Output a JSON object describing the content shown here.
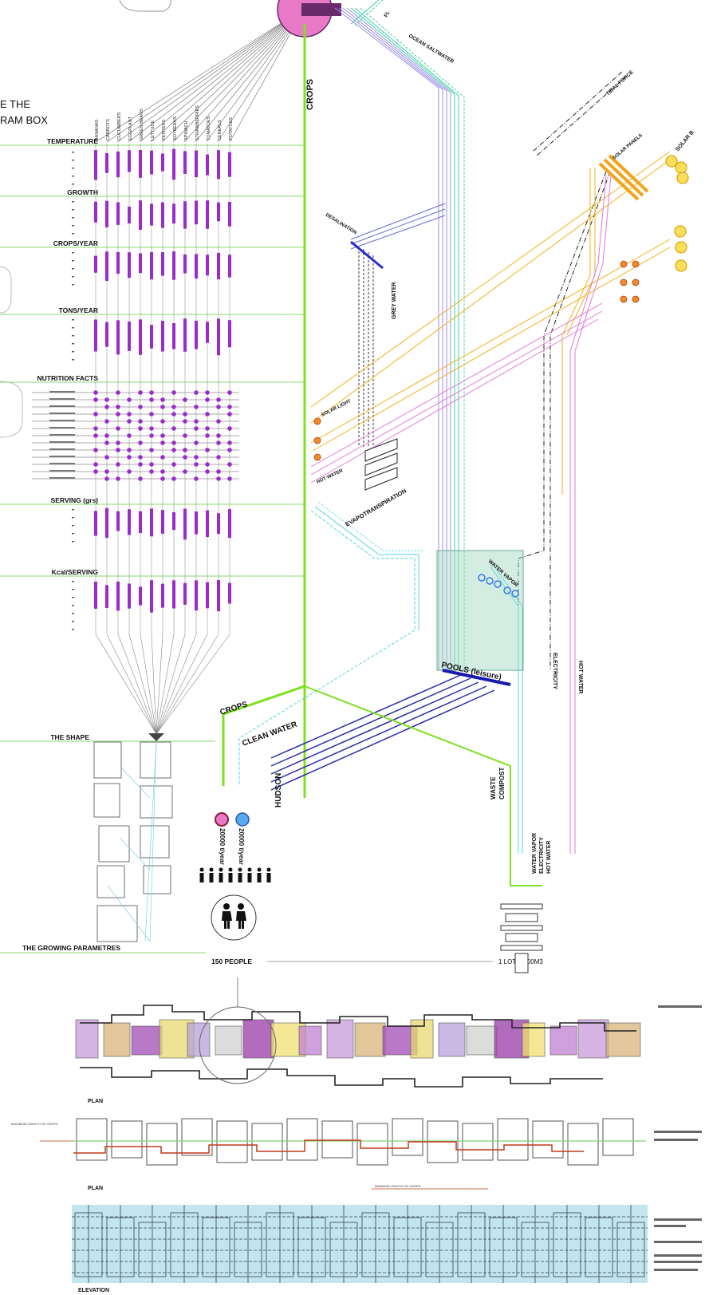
{
  "header": {
    "title_line1": "E THE",
    "title_line2": "RAM BOX"
  },
  "crops": [
    "BANANAS",
    "CARROTS",
    "CUCUMBERS",
    "EGGPLANT",
    "GREEN BEANS",
    "LETTUCE",
    "PEPPERS",
    "SOYBEANS",
    "SPINACH",
    "STRAWBERRIES",
    "TOMATOES",
    "CEREALS",
    "POTATOES"
  ],
  "parameters": {
    "temperature": "TEMPERATURE",
    "growth": "GROWTH",
    "crops_year": "CROPS/YEAR",
    "tons_year": "TONS/YEAR",
    "nutrition": "NUTRITION FACTS",
    "serving": "SERVING (grs)",
    "kcal": "Kcal/SERVING",
    "shape": "THE SHAPE",
    "growing": "THE GROWING PARAMETRES"
  },
  "flows": {
    "crops_top": "CROPS",
    "ocean_saltwater": "OCEAN SALTWATER",
    "fl": "FL",
    "tidal_force": "TIDAL FORCE",
    "solar_panels": "SOLAR PANELS",
    "solar_b": "SOLAR B",
    "desalination": "DESALINATION",
    "grey_water": "GREY WATER",
    "solar_light": "SOLAR LIGHT",
    "hot_water_mid": "HOT WATER",
    "evapotranspiration": "EVAPOTRANSPIRATION",
    "water_vapor": "WATER VAPOR",
    "electricity": "ELECTRICITY",
    "hot_water_right": "HOT WATER",
    "pools": "POOLS (leisure)",
    "crops_mid": "CROPS",
    "clean_water": "CLEAN WATER",
    "hudson": "HUDSON",
    "waste": "WASTE",
    "compost": "COMPOST",
    "bottom_hot_water": "HOT WATER",
    "bottom_electricity": "ELECTRICITY",
    "bottom_water_vapor": "WATER VAPOR",
    "rate_crops": "20000 t/year",
    "rate_water": "20000 t/year",
    "people": "150 PEOPLE",
    "lot": "1 LOT=3000M3"
  },
  "bottom": {
    "plan1": "PLAN",
    "plan2": "PLAN",
    "elevation": "ELEVATION",
    "max_length": "MAXIMUM LENGTH OF CROPS",
    "min_length": "MINIMUM LENGTH OF CROPS"
  },
  "colors": {
    "crops_green": "#7fe01e",
    "purple": "#9b2ccc",
    "ocean": "#9a8fe0",
    "teal": "#3fcfa6",
    "cyan": "#55d6e0",
    "blue": "#2a2aa8",
    "orange": "#f2b21a",
    "pink": "#e37ad9",
    "magenta_disc": "#e879c7"
  }
}
